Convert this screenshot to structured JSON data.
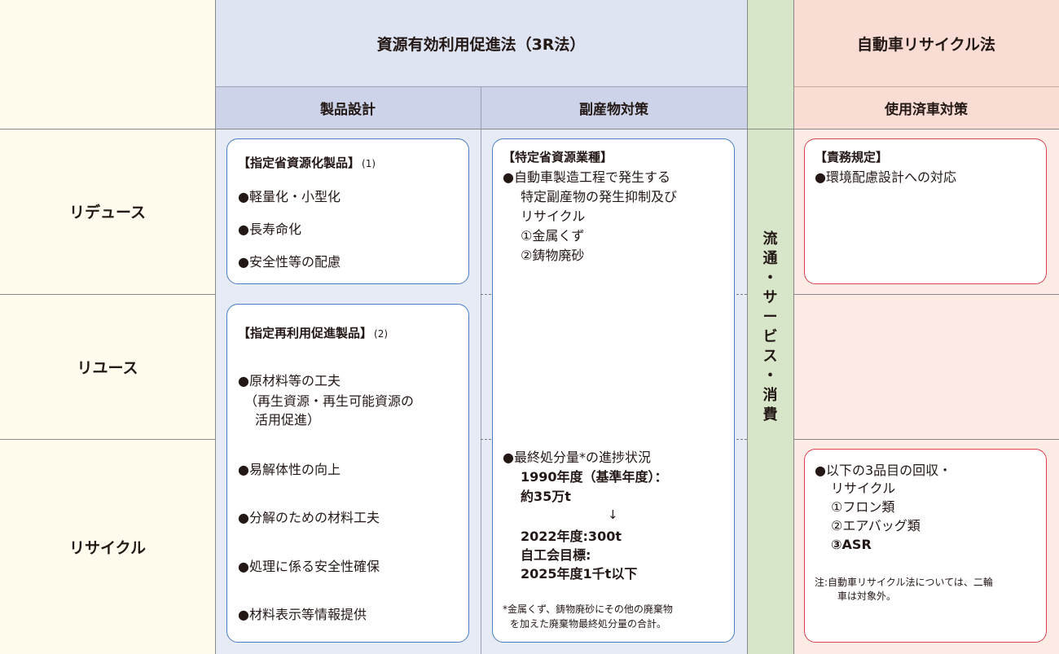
{
  "header": {
    "law_3r": "資源有効利用促進法（3R法）",
    "auto_law": "自動車リサイクル法",
    "sub_design": "製品設計",
    "sub_byproduct": "副産物対策",
    "sub_usedcar": "使用済車対策",
    "distribution": [
      "流",
      "通",
      "・",
      "サ",
      "ー",
      "ビ",
      "ス",
      "・",
      "消",
      "費"
    ]
  },
  "rows": {
    "reduce": "リデュース",
    "reuse": "リユース",
    "recycle": "リサイクル"
  },
  "design": {
    "box1": {
      "title": "【指定省資源化製品】",
      "note": "(1)",
      "items": [
        "●軽量化・小型化",
        "●長寿命化",
        "●安全性等の配慮"
      ]
    },
    "box2": {
      "title": "【指定再利用促進製品】",
      "note": "(2)",
      "item1": "●原材料等の工夫",
      "item1_sub1": "（再生資源・再生可能資源の",
      "item1_sub2": "活用促進）",
      "items": [
        "●易解体性の向上",
        "●分解のための材料工夫",
        "●処理に係る安全性確保",
        "●材料表示等情報提供"
      ]
    }
  },
  "byproduct": {
    "title": "【特定省資源業種】",
    "lines": [
      "●自動車製造工程で発生する",
      "特定副産物の発生抑制及び",
      "リサイクル",
      "①金属くず",
      "②鋳物廃砂"
    ],
    "disposal_title": "●最終処分量*の進捗状況",
    "disposal_lines": [
      "1990年度（基準年度）：",
      "約35万t",
      "↓",
      "2022年度:300t",
      "自工会目標:",
      "2025年度1千t以下"
    ],
    "footnote1": "*金属くず、鋳物廃砂にその他の廃棄物",
    "footnote2": "を加えた廃棄物最終処分量の合計。"
  },
  "usedcar": {
    "title": "【責務規定】",
    "line1": "●環境配慮設計への対応",
    "recycle_lines": [
      "●以下の3品目の回収・",
      "リサイクル",
      "①フロン類",
      "②エアバッグ類",
      "③ASR"
    ],
    "note1": "注:自動車リサイクル法については、二輪",
    "note2": "車は対象外。"
  },
  "colors": {
    "header_blue": "#dfe4f2",
    "sub_blue": "#cdd4e9",
    "body_blue": "#e7ebf5",
    "left_cream": "#fffcee",
    "green": "#d7e6c9",
    "header_pink": "#f9dcd3",
    "body_pink": "#fcece5",
    "box_blue": "#4a7fc1",
    "box_red": "#e0404f"
  }
}
